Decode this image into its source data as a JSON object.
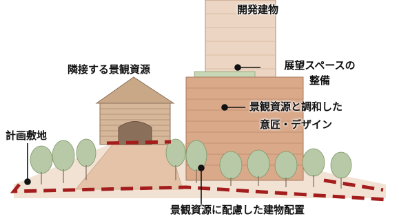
{
  "labels": {
    "development_building": "開発建物",
    "adjacent_landscape_resource": "隣接する景観資源",
    "observation_space_line1": "展望スペースの",
    "observation_space_line2": "整備",
    "harmonized_design_line1": "景観資源と調和した",
    "harmonized_design_line2": "意匠・デザイン",
    "planned_site": "計画敷地",
    "building_layout": "景観資源に配慮した建物配置"
  },
  "colors": {
    "site_boundary": "#a31d1d",
    "building_warm": "#d9a98a",
    "building_light": "#ecd5c2",
    "historic_building": "#c9a888",
    "trees": "#b7c9a6",
    "plaza": "#e4c3a8",
    "leader_line": "#111111"
  },
  "icons": {
    "leader_dot": "filled-circle"
  }
}
